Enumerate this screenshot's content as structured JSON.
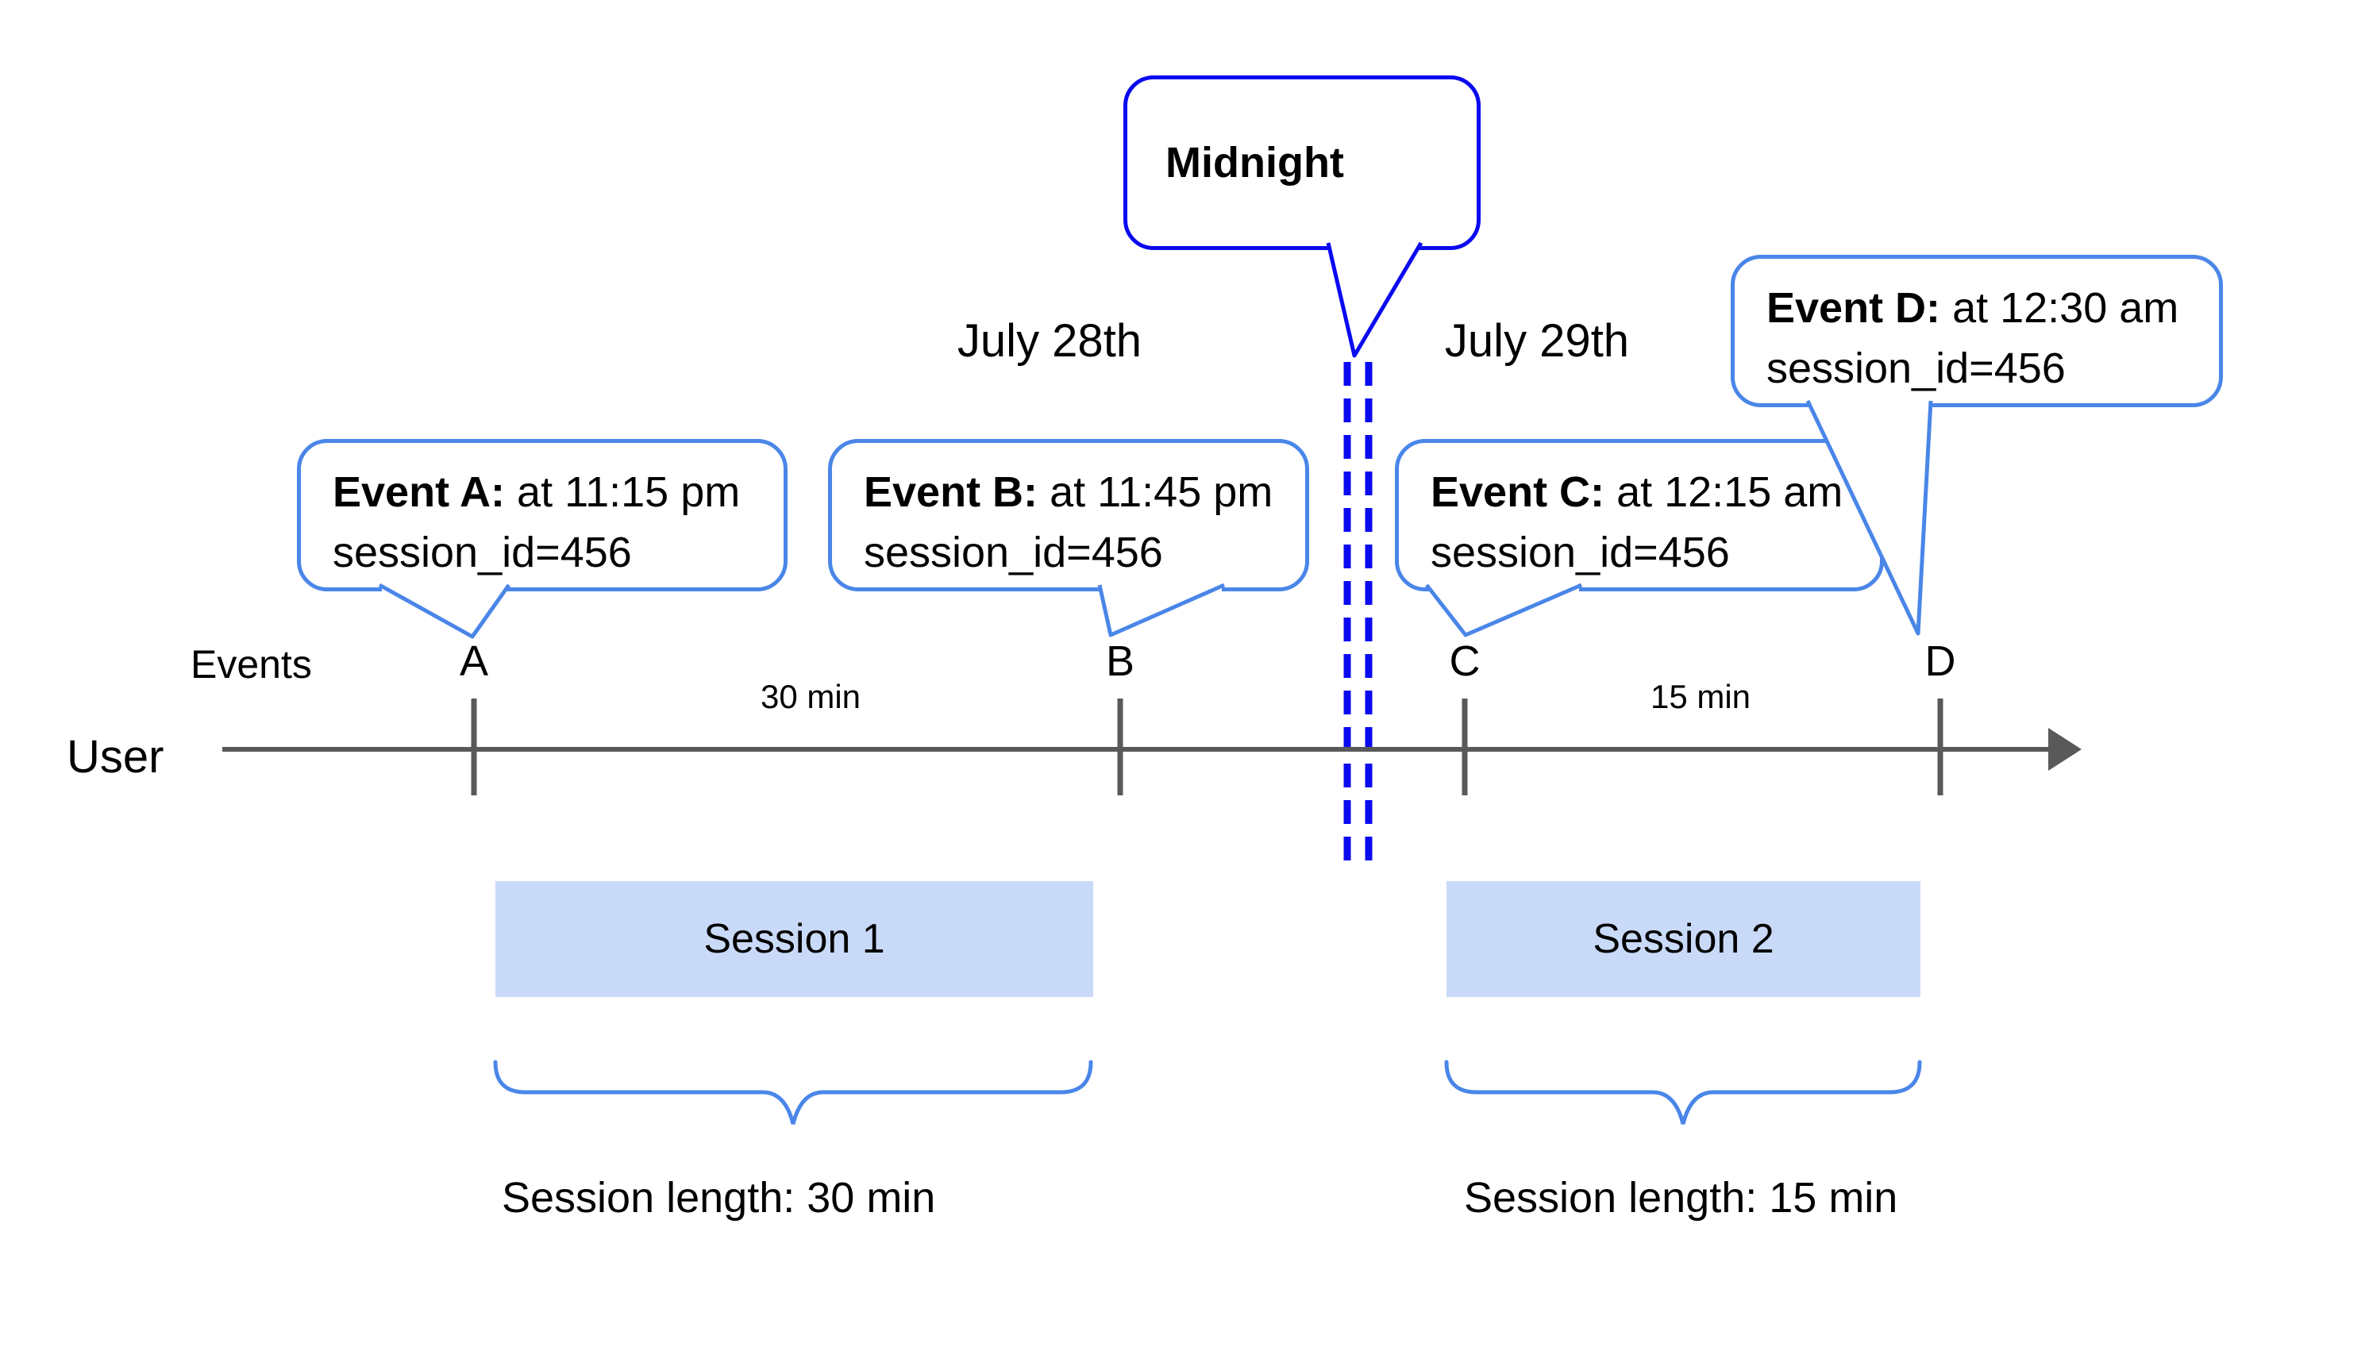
{
  "dates": {
    "left": "July 28th",
    "right": "July 29th"
  },
  "midnight": {
    "label": "Midnight"
  },
  "axis": {
    "events_label": "Events",
    "user_label": "User"
  },
  "events": [
    {
      "tick": "A",
      "label": "Event A:",
      "time": "at 11:15 pm",
      "session": "session_id=456"
    },
    {
      "tick": "B",
      "label": "Event B:",
      "time": "at 11:45 pm",
      "session": "session_id=456"
    },
    {
      "tick": "C",
      "label": "Event C:",
      "time": "at 12:15 am",
      "session": "session_id=456"
    },
    {
      "tick": "D",
      "label": "Event D:",
      "time": "at 12:30 am",
      "session": "session_id=456"
    }
  ],
  "intervals": [
    {
      "label": "30 min"
    },
    {
      "label": "15 min"
    }
  ],
  "sessions": [
    {
      "name": "Session 1",
      "length_label": "Session length: 30 min"
    },
    {
      "name": "Session 2",
      "length_label": "Session length: 15 min"
    }
  ],
  "colors": {
    "accent_blue": "#4a86e8",
    "midnight_blue": "#0a0af0",
    "bar_fill": "#c9daf8",
    "line_gray": "#595959",
    "text_black": "#000000"
  }
}
